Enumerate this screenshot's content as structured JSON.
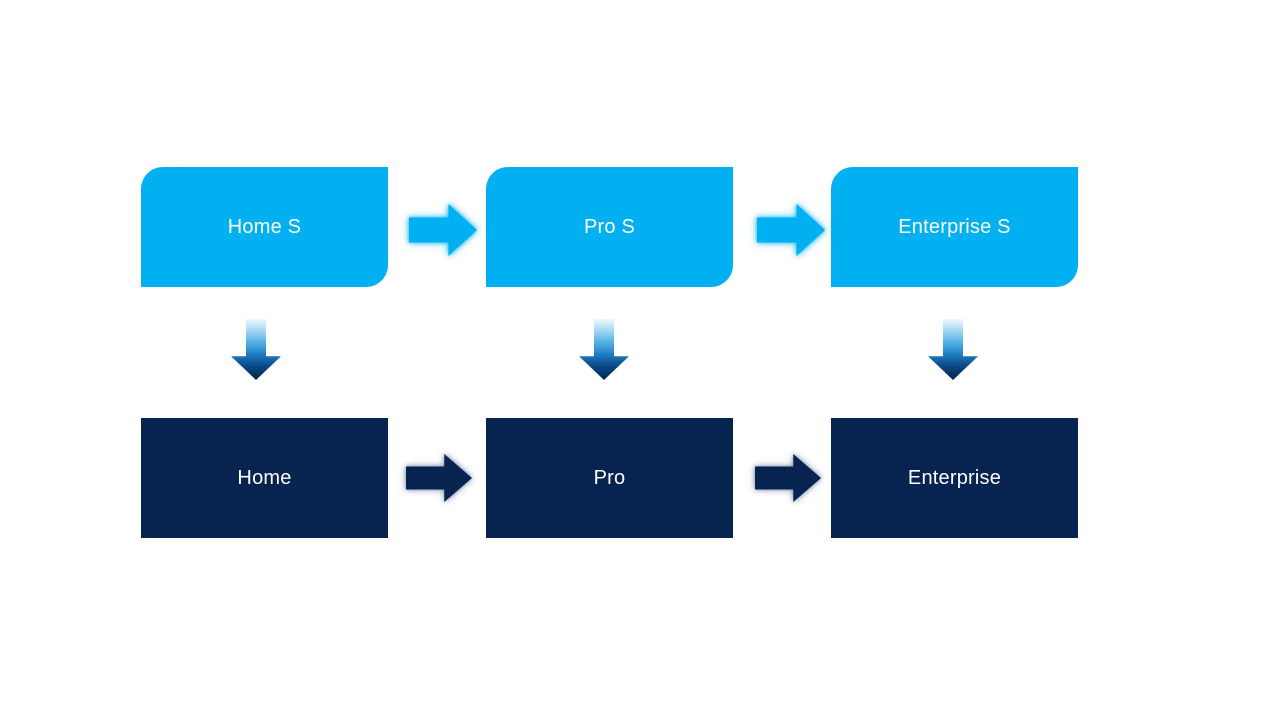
{
  "diagram": {
    "type": "process-flow",
    "background_color": "#ffffff",
    "colors": {
      "top_box_fill": "#00b0f0",
      "bottom_box_fill": "#07234f",
      "label_text": "#ffffff",
      "down_arrow_gradient_top": "#eef8fe",
      "down_arrow_gradient_bottom": "#04224e"
    },
    "columns": [
      {
        "top_label": "Home S",
        "bottom_label": "Home"
      },
      {
        "top_label": "Pro S",
        "bottom_label": "Pro"
      },
      {
        "top_label": "Enterprise S",
        "bottom_label": "Enterprise"
      }
    ]
  }
}
